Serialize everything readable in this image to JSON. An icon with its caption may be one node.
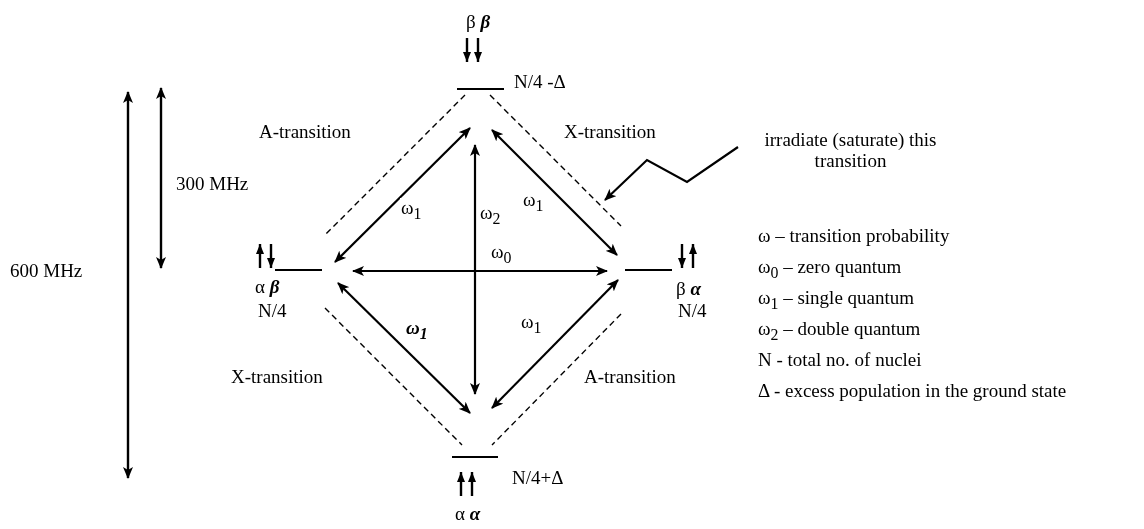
{
  "diagram": {
    "nodes": [
      {
        "text": [
          "β **β**",
          "N/4 -Δ"
        ]
      },
      {
        "text": [
          "α **β**",
          "N/4"
        ]
      },
      {
        "text": [
          "β **α**",
          "N/4"
        ]
      },
      {
        "text": [
          "α **α**",
          "N/4+Δ"
        ]
      },
      {
        "text": [
          "irradiate (saturate) this transition"
        ]
      }
    ],
    "edges": [
      {
        "from": 1,
        "to": 0,
        "arrow": "both",
        "label": "ω$_{1}$"
      },
      {
        "from": 0,
        "to": 2,
        "arrow": "both",
        "label": "ω$_{1}$"
      },
      {
        "from": 3,
        "to": 0,
        "arrow": "both",
        "label": "ω$_{2}$"
      },
      {
        "from": 1,
        "to": 2,
        "arrow": "both",
        "label": "ω$_{0}$"
      },
      {
        "from": 1,
        "to": 3,
        "arrow": "both",
        "label": "ω$_{1}$"
      },
      {
        "from": 2,
        "to": 3,
        "arrow": "both",
        "label": "ω$_{1}$"
      },
      {
        "from": 0,
        "to": 1,
        "arrow": "none",
        "style": "dashed",
        "label": "A-transition"
      },
      {
        "from": 0,
        "to": 2,
        "arrow": "none",
        "style": "dashed",
        "label": "X-transition"
      },
      {
        "from": 1,
        "to": 3,
        "arrow": "none",
        "style": "dashed",
        "label": "X-transition"
      },
      {
        "from": 2,
        "to": 3,
        "arrow": "none",
        "style": "dashed",
        "label": "A-transition"
      },
      {
        "from": 4,
        "to": null,
        "arrow": "to"
      }
    ],
    "labels": [
      "300 MHz",
      "600 MHz",
      "ω – transition probability",
      "ω$_{0}$ – zero quantum",
      "ω$_{1}$ – single quantum",
      "ω$_{2}$ – double quantum",
      "N - total no. of nuclei",
      "Δ - excess population in the ground state"
    ]
  }
}
